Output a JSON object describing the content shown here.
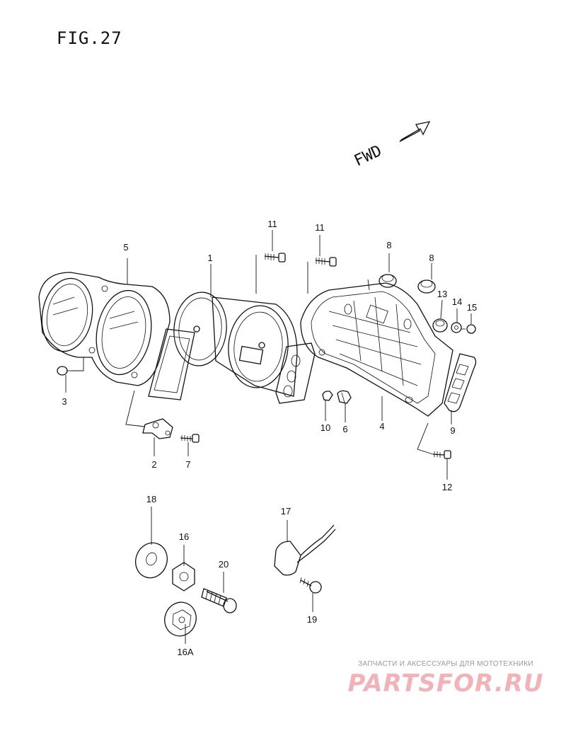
{
  "figure": {
    "title": "FIG.27",
    "direction_label": "FWD"
  },
  "callouts": [
    "1",
    "2",
    "3",
    "4",
    "5",
    "6",
    "7",
    "8",
    "8",
    "9",
    "10",
    "11",
    "11",
    "12",
    "13",
    "14",
    "15",
    "16",
    "16A",
    "17",
    "18",
    "19",
    "20"
  ],
  "watermark": {
    "caption": "ЗАПЧАСТИ И АКСЕССУАРЫ ДЛЯ МОТОТЕХНИКИ",
    "brand": "PARTSFOR.RU",
    "brand_color": "#f2b3b8"
  },
  "colors": {
    "ink": "#111111",
    "background": "#ffffff"
  }
}
